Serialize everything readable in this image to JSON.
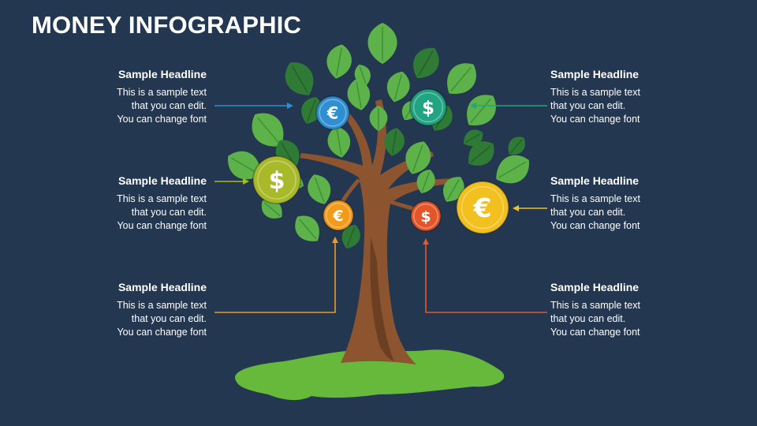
{
  "title": "MONEY INFOGRAPHIC",
  "colors": {
    "background": "#233751",
    "trunk": "#8c5530",
    "trunk_dark": "#6d3f22",
    "ground": "#66b93a",
    "leaf": "#5db34a",
    "leaf_dark": "#2f7a35"
  },
  "items": [
    {
      "headline": "Sample Headline",
      "text": "This is a sample text\nthat you can edit.\nYou can change font",
      "coin_symbol": "€",
      "color": "#2f8fd0"
    },
    {
      "headline": "Sample Headline",
      "text": "This is a sample text\nthat you can edit.\nYou can change font",
      "coin_symbol": "$",
      "color": "#a8b92a"
    },
    {
      "headline": "Sample Headline",
      "text": "This is a sample text\nthat you can edit.\nYou can change font",
      "coin_symbol": "€",
      "color": "#f29a1c"
    },
    {
      "headline": "Sample Headline",
      "text": "This is a sample text\nthat you can edit.\nYou can change font",
      "coin_symbol": "$",
      "color": "#22a382"
    },
    {
      "headline": "Sample Headline",
      "text": "This is a sample text\nthat you can edit.\nYou can change font",
      "coin_symbol": "€",
      "color": "#f2c01f"
    },
    {
      "headline": "Sample Headline",
      "text": "This is a sample text\nthat you can edit.\nYou can change font",
      "coin_symbol": "$",
      "color": "#e3562a"
    }
  ]
}
